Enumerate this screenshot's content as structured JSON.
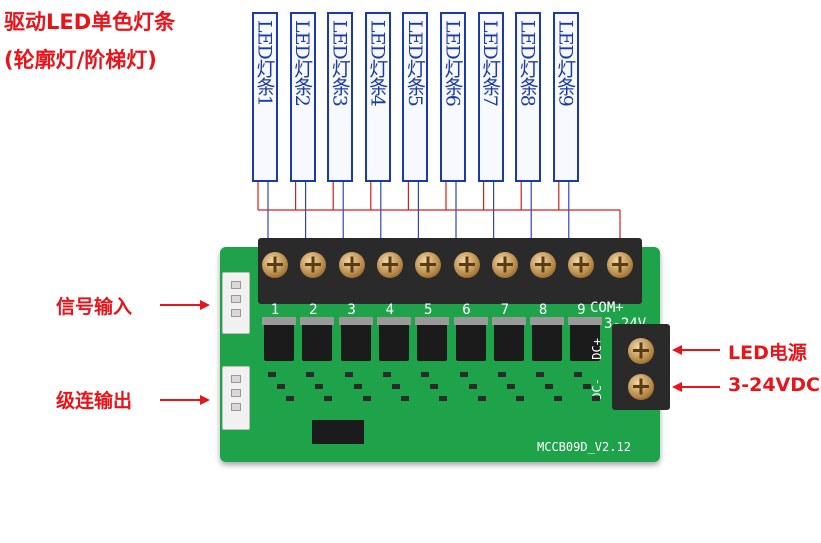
{
  "title": {
    "line1": "驱动LED单色灯条",
    "line2": "(轮廓灯/阶梯灯)"
  },
  "strips": [
    "LED灯条1",
    "LED灯条2",
    "LED灯条3",
    "LED灯条4",
    "LED灯条5",
    "LED灯条6",
    "LED灯条7",
    "LED灯条8",
    "LED灯条9"
  ],
  "labels": {
    "signal_in": "信号输入",
    "cascade_out": "级连输出",
    "power_title": "LED电源",
    "power_voltage": "3-24VDC"
  },
  "board": {
    "channel_numbers": [
      "1",
      "2",
      "3",
      "4",
      "5",
      "6",
      "7",
      "8",
      "9"
    ],
    "com": "COM+",
    "voltage": "3-24V",
    "dc_plus": "DC+",
    "dc_minus": "DC-",
    "model": "MCCB09D_V2.12"
  },
  "colors": {
    "label_red": "#e8141a",
    "strip_blue": "#1a3aa8",
    "pcb_green": "#1fa34a"
  }
}
